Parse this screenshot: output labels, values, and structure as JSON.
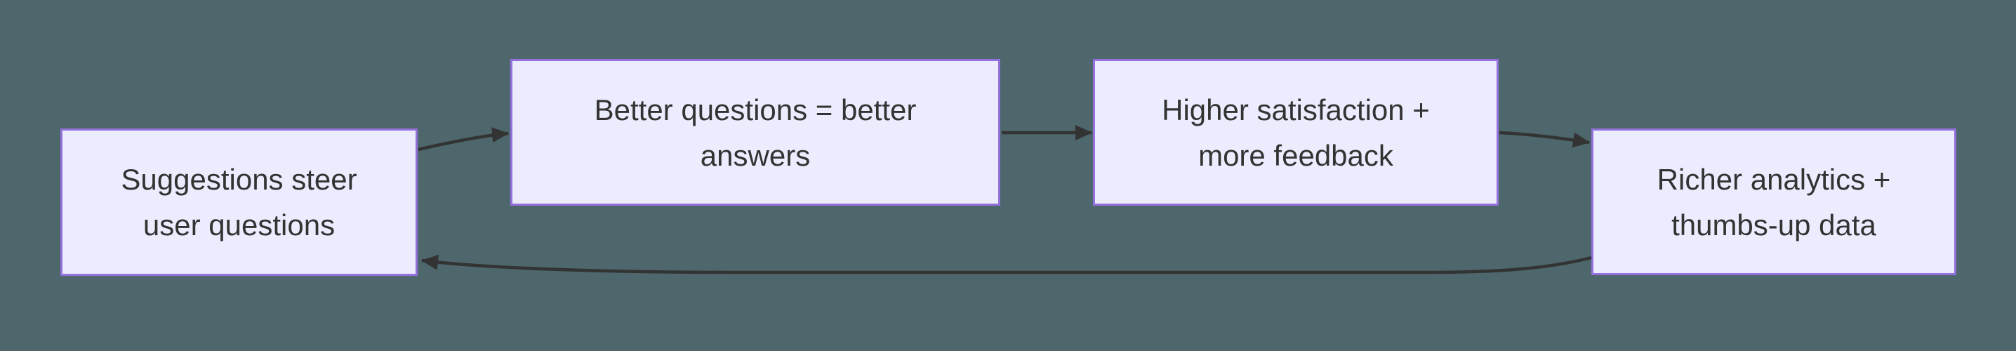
{
  "diagram": {
    "type": "flowchart-cycle",
    "background_color": "#4d676c",
    "node_fill_color": "#ececff",
    "node_border_color": "#9370db",
    "text_color": "#333333",
    "arrow_color": "#333333",
    "nodes": [
      {
        "id": "suggestions",
        "lines": [
          "Suggestions steer",
          "user questions"
        ]
      },
      {
        "id": "better",
        "lines": [
          "Better questions = better",
          "answers"
        ]
      },
      {
        "id": "satisfaction",
        "lines": [
          "Higher satisfaction +",
          "more feedback"
        ]
      },
      {
        "id": "analytics",
        "lines": [
          "Richer analytics +",
          "thumbs-up data"
        ]
      }
    ],
    "edges": [
      {
        "from": "suggestions",
        "to": "better"
      },
      {
        "from": "better",
        "to": "satisfaction"
      },
      {
        "from": "satisfaction",
        "to": "analytics"
      },
      {
        "from": "analytics",
        "to": "suggestions"
      }
    ]
  }
}
